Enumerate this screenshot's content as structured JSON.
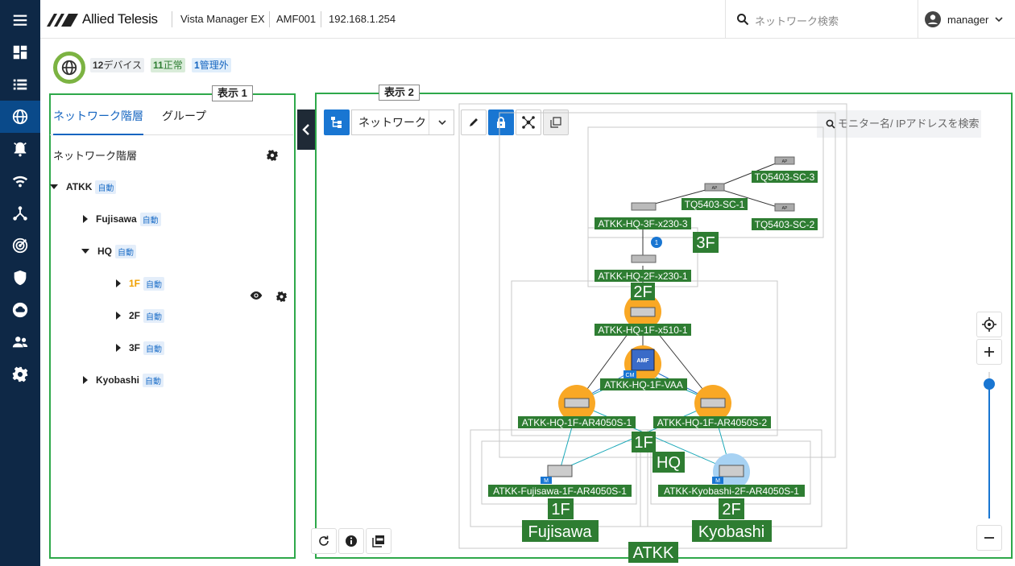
{
  "header": {
    "brand": "Allied Telesis",
    "product": "Vista Manager EX",
    "area": "AMF001",
    "ip": "192.168.1.254",
    "search_placeholder": "ネットワーク検索",
    "user": "manager"
  },
  "status": {
    "devices_count": "12",
    "devices_label": "デバイス",
    "normal_count": "11",
    "normal_label": "正常",
    "unmanaged_count": "1",
    "unmanaged_label": "管理外"
  },
  "callouts": {
    "left": "表示 1",
    "right": "表示 2"
  },
  "left_panel": {
    "tabs": [
      "ネットワーク階層",
      "グループ"
    ],
    "title": "ネットワーク階層",
    "tree": [
      {
        "label": "ATKK",
        "tag": "自動",
        "state": "expanded"
      },
      {
        "label": "Fujisawa",
        "tag": "自動",
        "state": "collapsed"
      },
      {
        "label": "HQ",
        "tag": "自動",
        "state": "expanded"
      },
      {
        "label": "1F",
        "tag": "自動",
        "state": "collapsed",
        "selected": true
      },
      {
        "label": "2F",
        "tag": "自動",
        "state": "collapsed"
      },
      {
        "label": "3F",
        "tag": "自動",
        "state": "collapsed"
      },
      {
        "label": "Kyobashi",
        "tag": "自動",
        "state": "collapsed"
      }
    ]
  },
  "map": {
    "view_select": "ネットワーク",
    "search_placeholder": "モニター名/ IPアドレスを検索",
    "areas": {
      "atkk": "ATKK",
      "hq": "HQ",
      "fujisawa": "Fujisawa",
      "kyobashi": "Kyobashi",
      "hq_1f": "1F",
      "hq_2f": "2F",
      "hq_3f": "3F",
      "fujisawa_1f": "1F",
      "kyobashi_2f": "2F"
    },
    "nodes": {
      "tq3": "TQ5403-SC-3",
      "tq1": "TQ5403-SC-1",
      "tq2": "TQ5403-SC-2",
      "x230_3f": "ATKK-HQ-3F-x230-3",
      "x230_2f": "ATKK-HQ-2F-x230-1",
      "x510": "ATKK-HQ-1F-x510-1",
      "vaa": "ATKK-HQ-1F-VAA",
      "ar1": "ATKK-HQ-1F-AR4050S-1",
      "ar2": "ATKK-HQ-1F-AR4050S-2",
      "fuj": "ATKK-Fujisawa-1F-AR4050S-1",
      "kyo": "ATKK-Kyobashi-2F-AR4050S-1"
    },
    "link_count": "1",
    "cm_tag": "CM",
    "m_tag": "M",
    "ap_tag": "AP",
    "amf_tag": "AMF",
    "zoom_level": 0.95
  },
  "colors": {
    "rail": "#0e2846",
    "accent": "#1976d2",
    "label_green": "#2e7d32",
    "callout": "#2ea84a",
    "halo": "#f9a825"
  }
}
